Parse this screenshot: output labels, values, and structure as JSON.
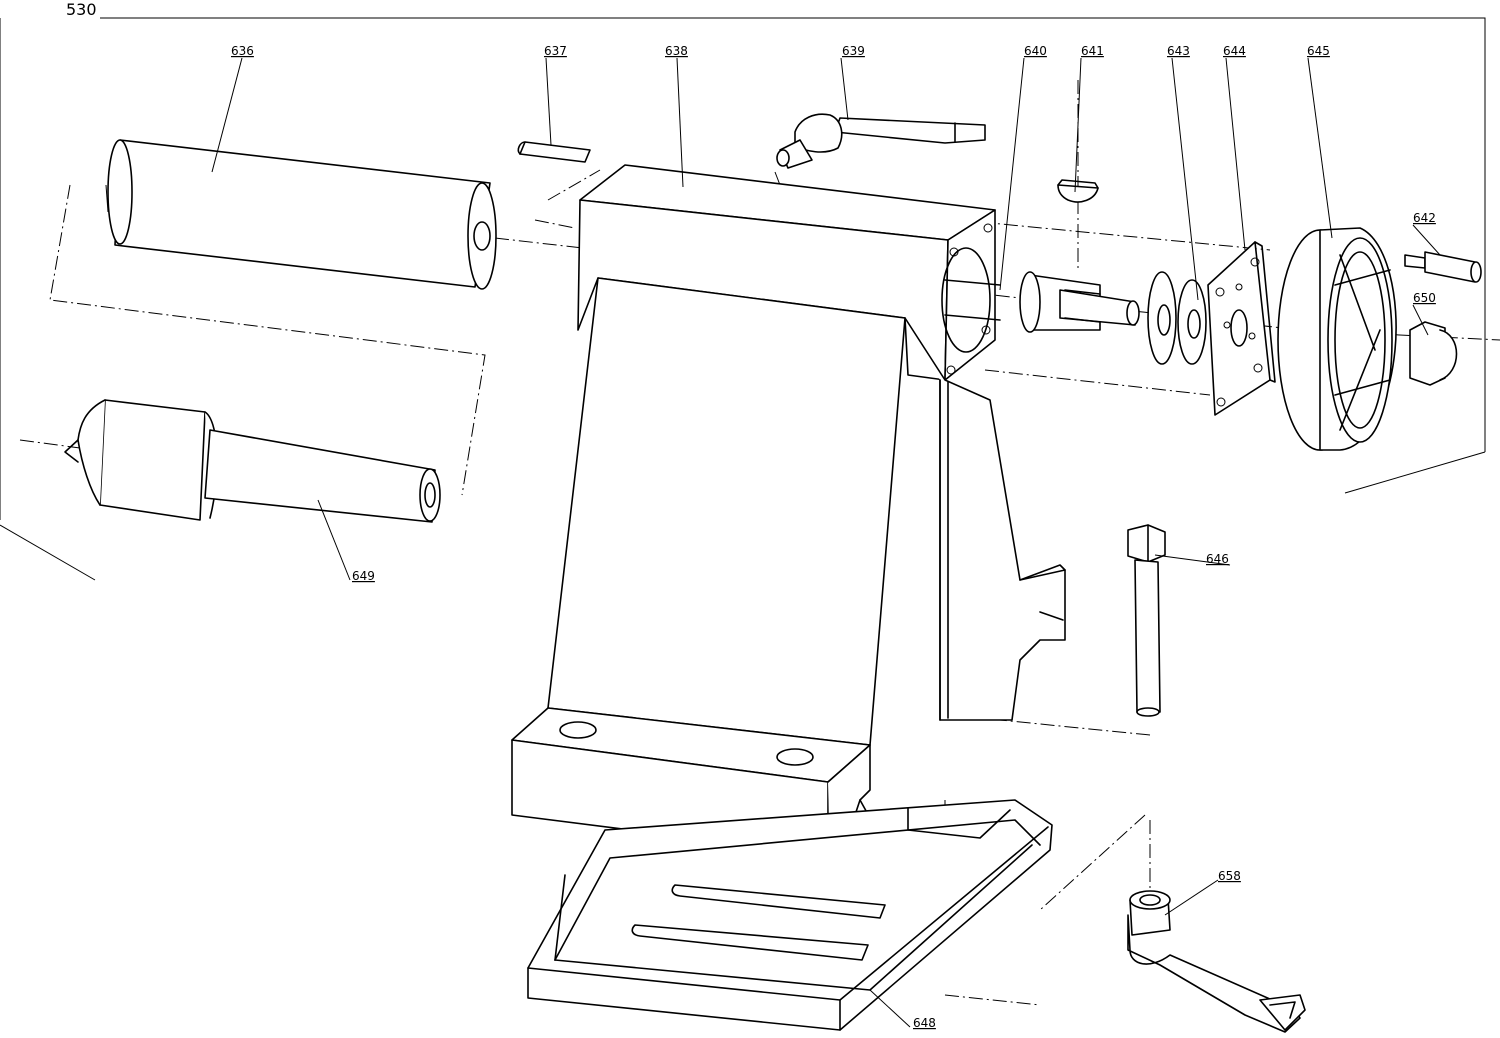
{
  "figure_number": "530",
  "callouts": {
    "p636": "636",
    "p637": "637",
    "p638": "638",
    "p639": "639",
    "p640": "640",
    "p641": "641",
    "p642": "642",
    "p643": "643",
    "p644": "644",
    "p645": "645",
    "p646": "646",
    "p648": "648",
    "p649": "649",
    "p650": "650",
    "p658": "658"
  }
}
